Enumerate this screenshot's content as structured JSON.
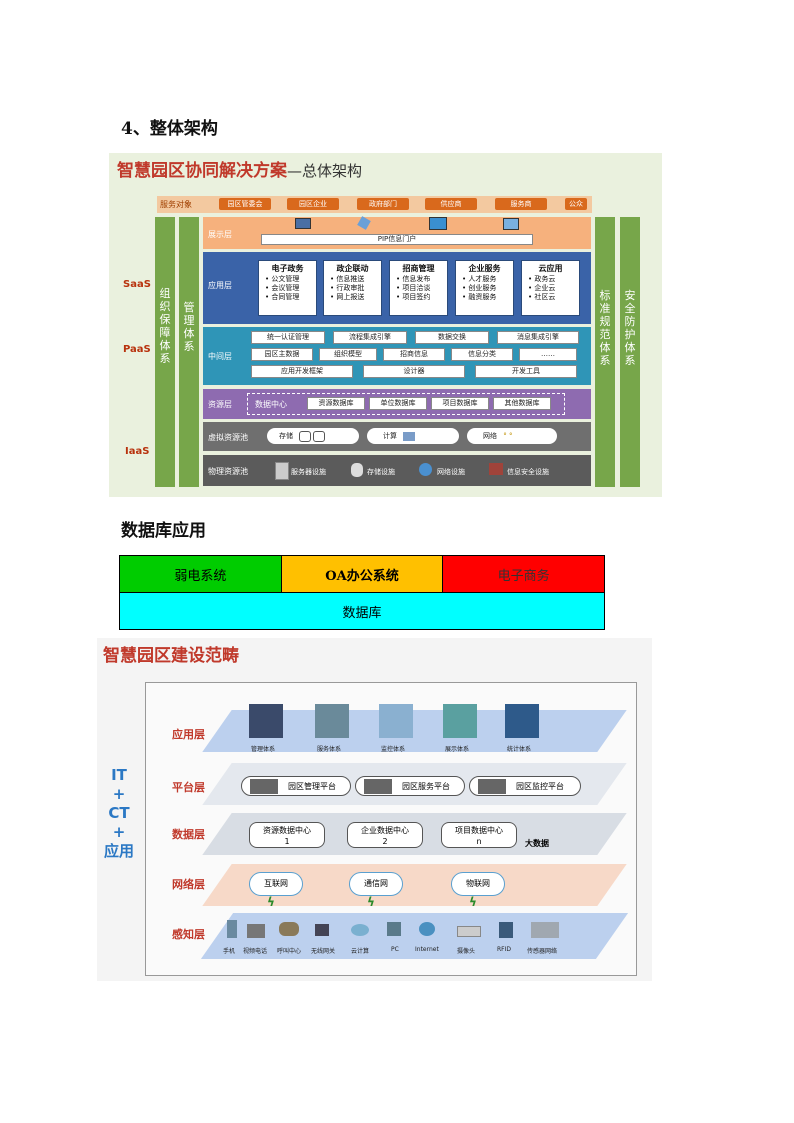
{
  "section_heading": "4、整体架构",
  "fig1": {
    "title_main": "智慧园区协同解决方案",
    "title_sub": "—总体架构",
    "service_label": "服务对象",
    "service_targets": [
      "园区管委会",
      "园区企业",
      "政府部门",
      "供应商",
      "服务商",
      "公众"
    ],
    "left_bars": [
      "组织保障体系",
      "管理体系"
    ],
    "right_bars": [
      "标准规范体系",
      "安全防护体系"
    ],
    "side_labels": [
      "SaaS",
      "PaaS",
      "IaaS"
    ],
    "display_layer": {
      "name": "展示层",
      "portal": "PIP信息门户"
    },
    "app_layer": {
      "name": "应用层",
      "boxes": [
        {
          "title": "电子政务",
          "items": [
            "公文管理",
            "会议管理",
            "合同管理"
          ]
        },
        {
          "title": "政企联动",
          "items": [
            "信息推送",
            "行政审批",
            "网上报送"
          ]
        },
        {
          "title": "招商管理",
          "items": [
            "信息发布",
            "项目洽谈",
            "项目签约"
          ]
        },
        {
          "title": "企业服务",
          "items": [
            "人才服务",
            "创业服务",
            "融资服务"
          ]
        },
        {
          "title": "云应用",
          "items": [
            "政务云",
            "企业云",
            "社区云"
          ]
        }
      ]
    },
    "middle_layer": {
      "name": "中间层",
      "row1": [
        "统一认证管理",
        "流程集成引擎",
        "数据交换",
        "消息集成引擎"
      ],
      "row2": [
        "园区主数据",
        "组织模型",
        "招商信息",
        "信息分类",
        "……"
      ],
      "row3": [
        "应用开发框架",
        "设计器",
        "开发工具"
      ]
    },
    "resource_layer": {
      "name": "资源层",
      "items": [
        "数据中心",
        "资源数据库",
        "单位数据库",
        "项目数据库",
        "其他数据库"
      ]
    },
    "virtual_layer": {
      "name": "虚拟资源池",
      "items": [
        "存储",
        "计算",
        "网络"
      ]
    },
    "physical_layer": {
      "name": "物理资源池",
      "items": [
        "服务器设施",
        "存储设施",
        "网络设施",
        "信息安全设施"
      ]
    }
  },
  "db_heading": "数据库应用",
  "db_table": {
    "row1": [
      "弱电系统",
      "OA办公系统",
      "电子商务"
    ],
    "row2": "数据库",
    "colors": [
      "#00cc00",
      "#ffc000",
      "#ff0000",
      "#00ffff"
    ]
  },
  "fig2": {
    "title": "智慧园区建设范畴",
    "side_text": [
      "IT",
      "+",
      "CT",
      "+",
      "应用"
    ],
    "layers": [
      "应用层",
      "平台层",
      "数据层",
      "网络层",
      "感知层"
    ],
    "app_items": [
      "管理体系",
      "服务体系",
      "监控体系",
      "展示体系",
      "统计体系"
    ],
    "platforms": [
      "园区管理平台",
      "园区服务平台",
      "园区监控平台"
    ],
    "data_centers": [
      {
        "name": "资源数据中心",
        "num": "1"
      },
      {
        "name": "企业数据中心",
        "num": "2"
      },
      {
        "name": "项目数据中心",
        "num": "n"
      }
    ],
    "big_data": "大数据",
    "networks": [
      "互联网",
      "通信网",
      "物联网"
    ],
    "sensors": [
      "手机",
      "视频电话",
      "呼叫中心",
      "无线网关",
      "云计算",
      "PC",
      "Internet",
      "摄像头",
      "RFID",
      "传感器网络"
    ]
  }
}
